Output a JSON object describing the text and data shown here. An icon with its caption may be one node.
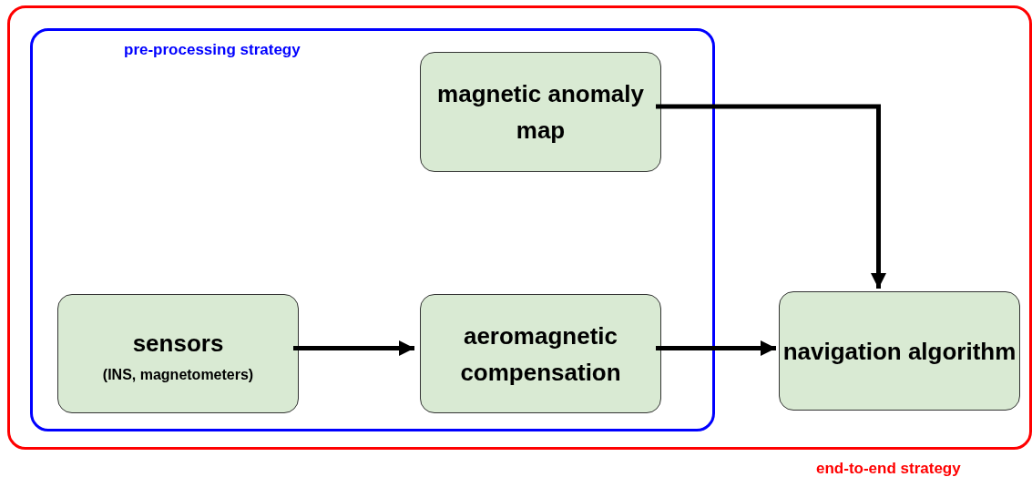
{
  "diagram": {
    "nodes": [
      {
        "text": [
          "end-to-end strategy"
        ]
      },
      {
        "text": [
          "pre-processing strategy"
        ],
        "in": 0
      },
      {
        "text": [
          "magnetic anomaly map"
        ],
        "in": 1
      },
      {
        "text": [
          "sensors",
          "(INS, magnetometers)"
        ],
        "in": 1
      },
      {
        "text": [
          "aeromagnetic compensation"
        ],
        "in": 1
      },
      {
        "text": [
          "navigation algorithm"
        ],
        "in": 0
      }
    ],
    "edges": [
      {
        "from": 3,
        "to": 4,
        "arrow": "to"
      },
      {
        "from": 4,
        "to": 5,
        "arrow": "to"
      },
      {
        "from": 2,
        "to": 5,
        "arrow": "to"
      }
    ]
  }
}
